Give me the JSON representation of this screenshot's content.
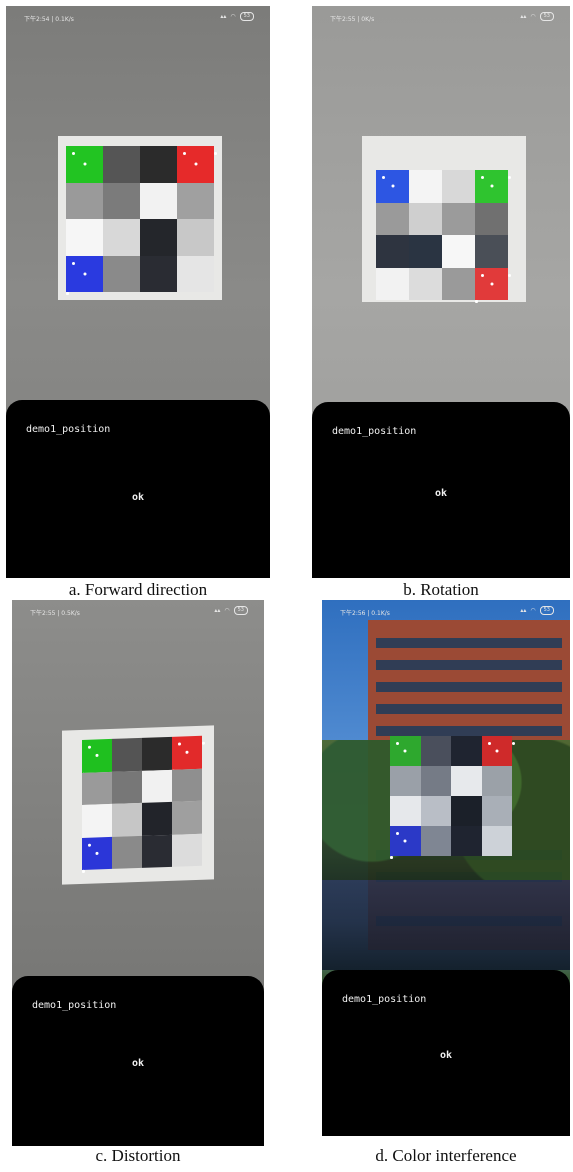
{
  "panels": [
    {
      "id": "a",
      "caption": "a. Forward direction",
      "status": {
        "time": "下午2:54 | 0.1K/s",
        "battery": "53"
      },
      "dialog": {
        "title": "demo1_position",
        "button": "ok"
      }
    },
    {
      "id": "b",
      "caption": "b. Rotation",
      "status": {
        "time": "下午2:55 | 0K/s",
        "battery": "53"
      },
      "dialog": {
        "title": "demo1_position",
        "button": "ok"
      }
    },
    {
      "id": "c",
      "caption": "c. Distortion",
      "status": {
        "time": "下午2:55 | 0.5K/s",
        "battery": "53"
      },
      "dialog": {
        "title": "demo1_position",
        "button": "ok"
      }
    },
    {
      "id": "d",
      "caption": "d. Color interference",
      "status": {
        "time": "下午2:56 | 0.1K/s",
        "battery": "53"
      },
      "dialog": {
        "title": "demo1_position",
        "button": "ok"
      }
    }
  ],
  "marker_colors": {
    "a": [
      [
        "#22c422",
        "#555555",
        "#2b2b2b",
        "#e62a2a"
      ],
      [
        "#9a9a9a",
        "#7b7b7b",
        "#f2f2f2",
        "#a0a0a0"
      ],
      [
        "#f6f6f6",
        "#d8d8d8",
        "#24262b",
        "#c8c8c8"
      ],
      [
        "#2a3ae0",
        "#8a8a8a",
        "#2a2c33",
        "#e5e5e5"
      ]
    ],
    "b": [
      [
        "#2d56e3",
        "#f4f4f4",
        "#d8d8d8",
        "#2fc42f"
      ],
      [
        "#9a9a9a",
        "#cfcfcf",
        "#9b9b9b",
        "#707070"
      ],
      [
        "#2e3440",
        "#2a3442",
        "#f7f7f7",
        "#4a4f57"
      ],
      [
        "#f2f2f2",
        "#dcdcdc",
        "#9a9a9a",
        "#e13a3a"
      ]
    ],
    "c": [
      [
        "#1fc01f",
        "#545454",
        "#2b2b2b",
        "#e22a2a"
      ],
      [
        "#9a9a9a",
        "#777777",
        "#f1f1f1",
        "#8f8f8f"
      ],
      [
        "#f4f4f4",
        "#c6c6c6",
        "#22242a",
        "#9f9f9f"
      ],
      [
        "#2b36d8",
        "#8a8a8a",
        "#2a2c33",
        "#dcdcdc"
      ]
    ],
    "d": [
      [
        "#2ea82e",
        "#4a4f5c",
        "#1f2430",
        "#cf2a2a"
      ],
      [
        "#9aa0a8",
        "#757b86",
        "#e7e9ec",
        "#9ba1a8"
      ],
      [
        "#e6e8eb",
        "#b9bec6",
        "#1b2029",
        "#a9afb7"
      ],
      [
        "#2b39c7",
        "#7f8693",
        "#1f2430",
        "#cdd2d8"
      ]
    ]
  }
}
